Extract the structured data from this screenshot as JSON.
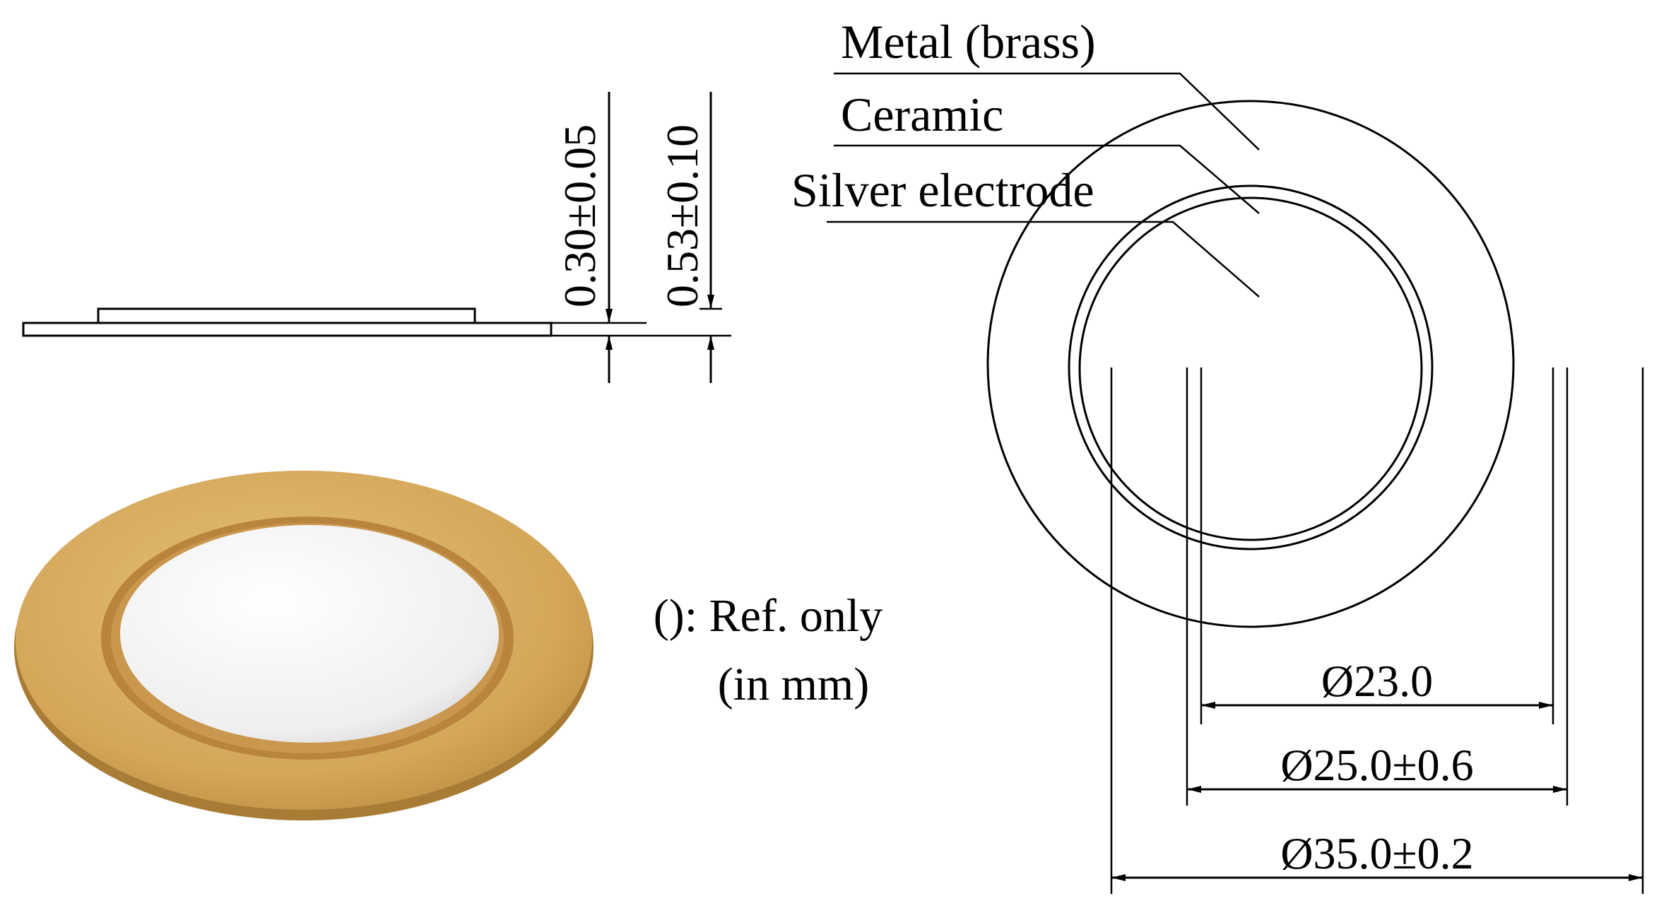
{
  "side_view": {
    "thickness_ceramic": "0.30±0.05",
    "thickness_total": "0.53±0.10"
  },
  "top_view": {
    "labels": {
      "metal": "Metal (brass)",
      "ceramic": "Ceramic",
      "electrode": "Silver electrode"
    },
    "dimensions": {
      "electrode_diameter": "Ø23.0",
      "ceramic_diameter": "Ø25.0±0.6",
      "metal_diameter": "Ø35.0±0.2"
    }
  },
  "note": {
    "line1": "(): Ref. only",
    "line2": "(in mm)"
  },
  "colors": {
    "brass": "#d4a75a",
    "brass_dark": "#a97c35",
    "ceramic_ring": "#b8843e",
    "electrode": "#f2f2f2",
    "line": "#000000"
  }
}
